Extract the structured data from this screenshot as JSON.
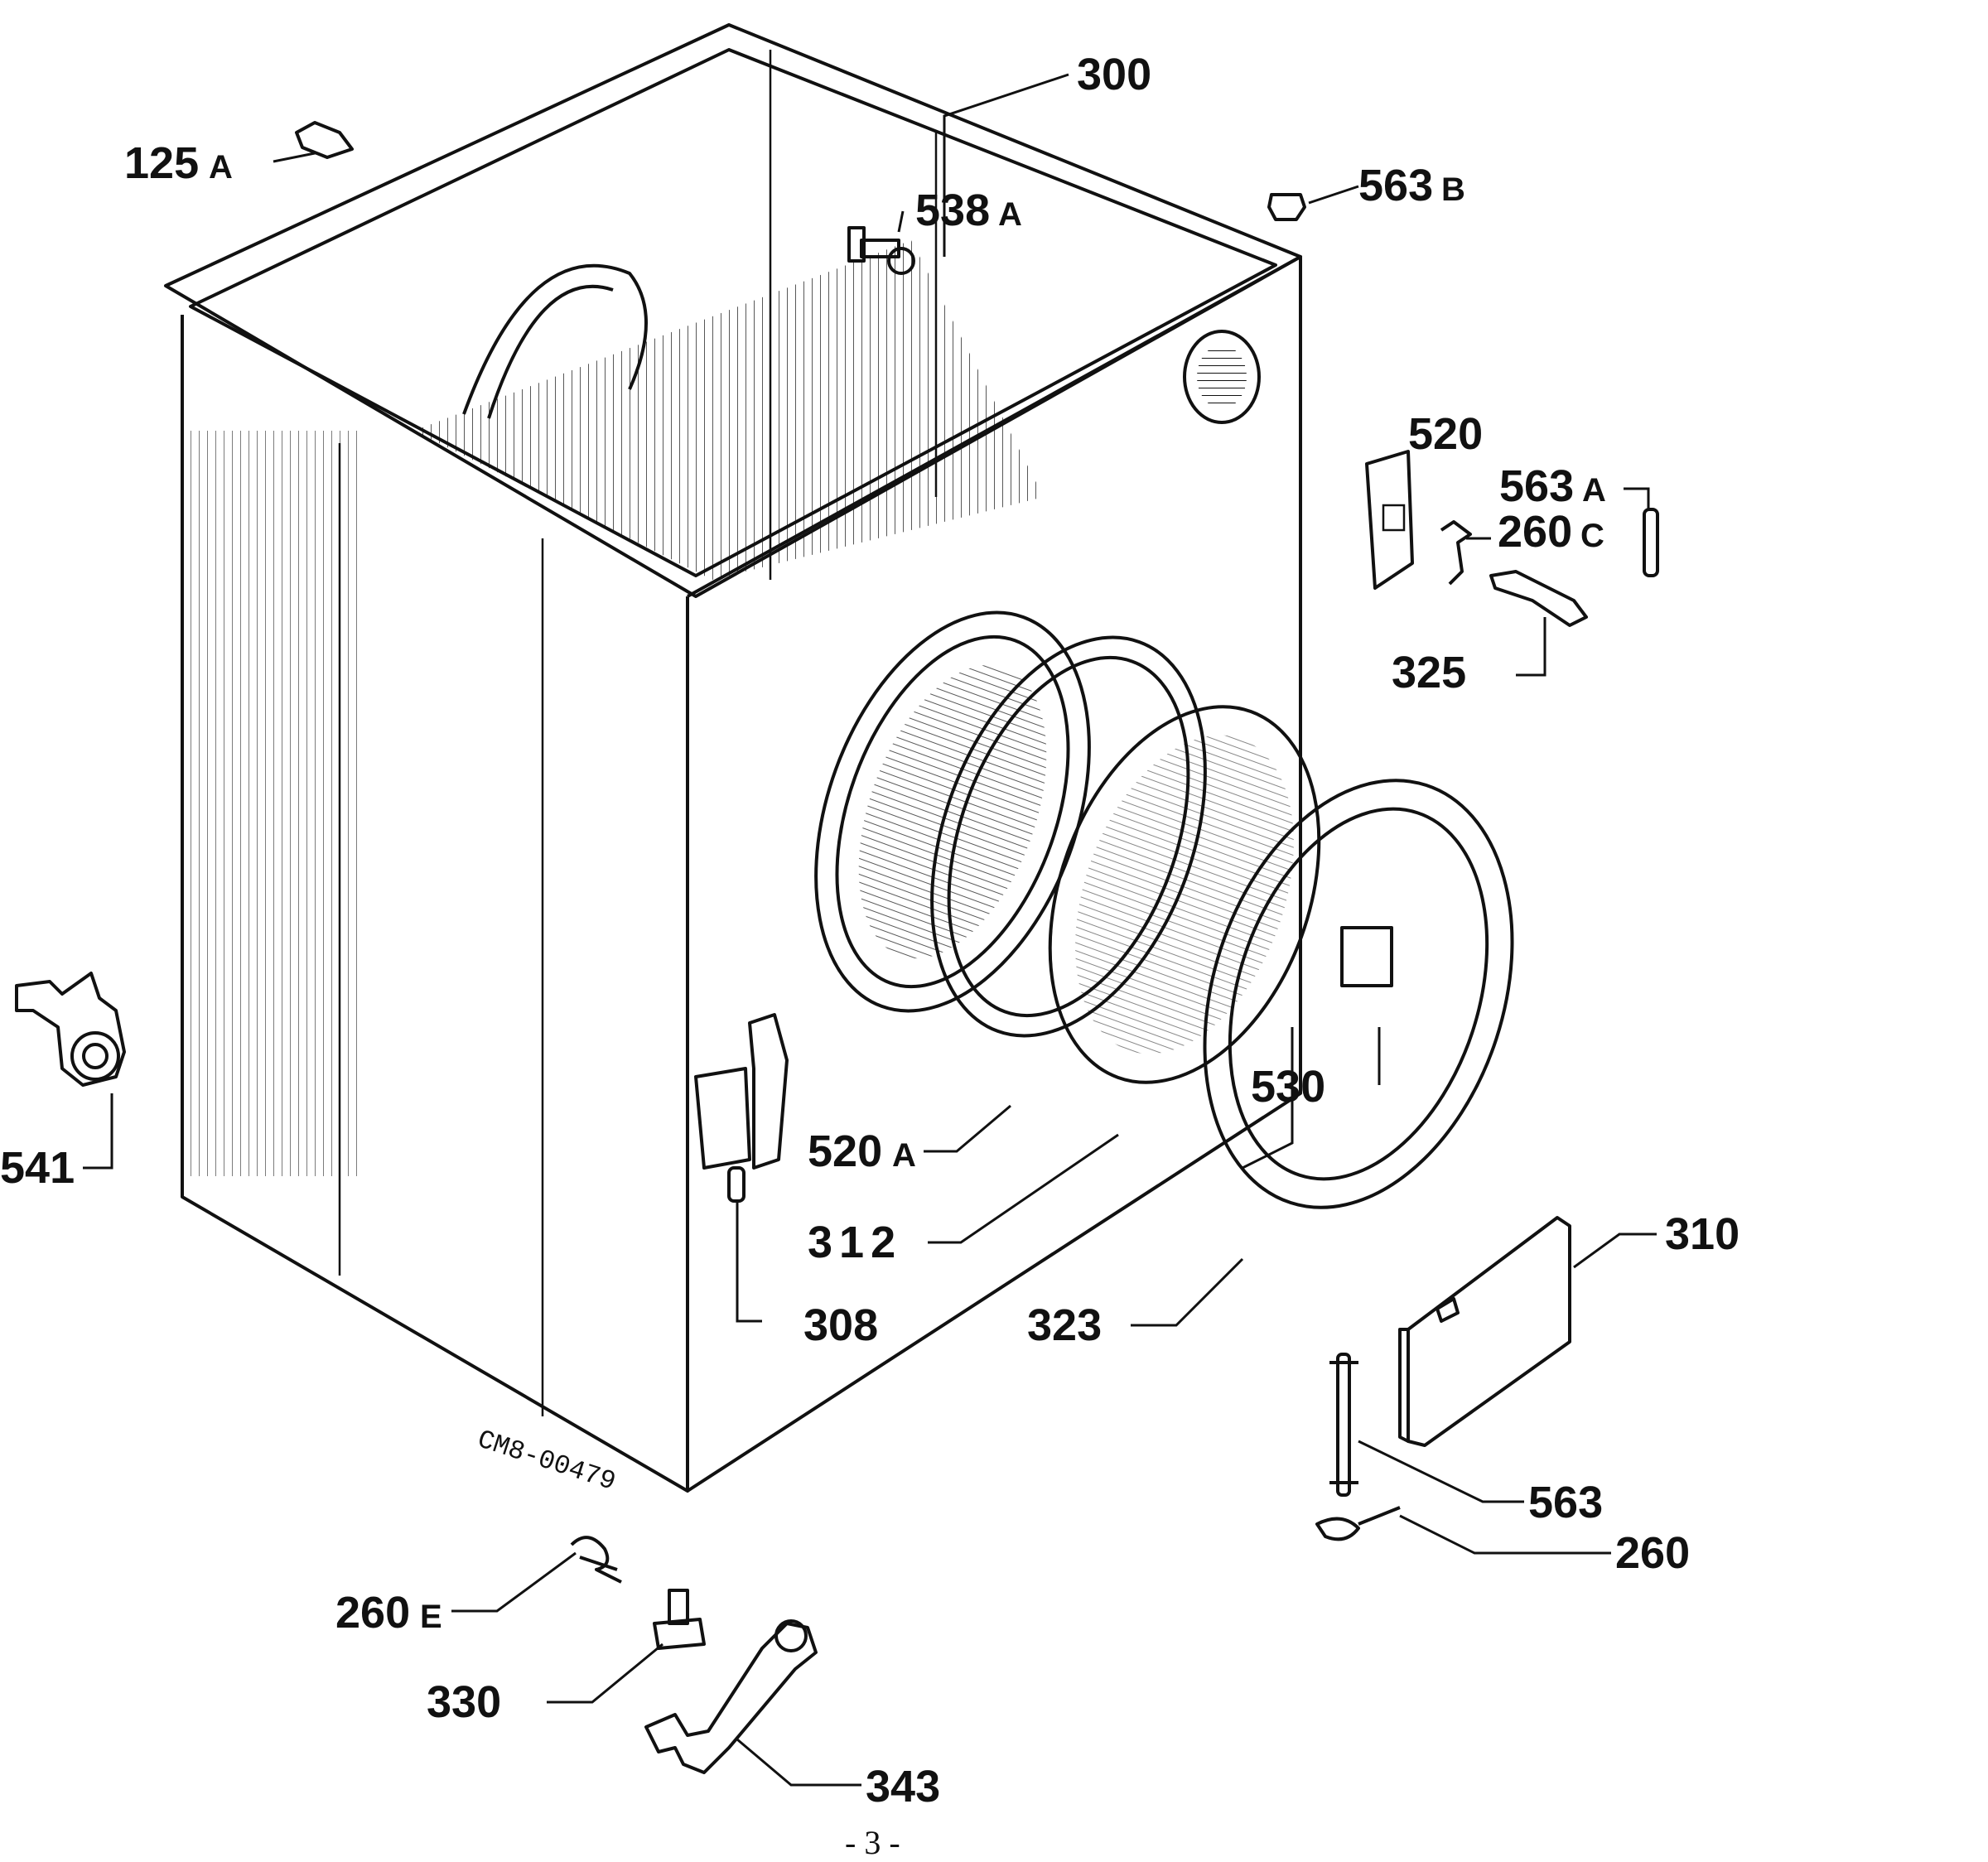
{
  "labels": {
    "p300": "300",
    "p125a": "125",
    "p125a_sfx": "A",
    "p538a": "538",
    "p538a_sfx": "A",
    "p563b": "563",
    "p563b_sfx": "B",
    "p520": "520",
    "p563a": "563",
    "p563a_sfx": "A",
    "p260c": "260",
    "p260c_sfx": "C",
    "p325": "325",
    "p541": "541",
    "p530": "530",
    "p520a": "520",
    "p520a_sfx": "A",
    "p312": "312",
    "p308": "308",
    "p323": "323",
    "p310": "310",
    "p563": "563",
    "p260": "260",
    "p260e": "260",
    "p260e_sfx": "E",
    "p330": "330",
    "p343": "343"
  },
  "drawing_code": "CM8-00479",
  "page_number": "- 3 -"
}
